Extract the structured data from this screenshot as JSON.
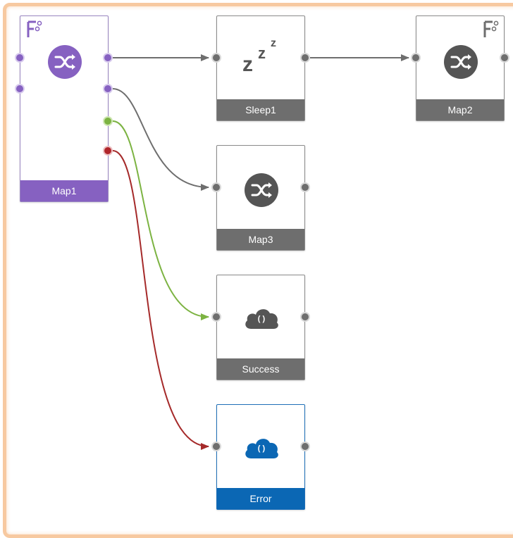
{
  "nodes": {
    "map1": {
      "label": "Map1",
      "icon": "shuffle-icon",
      "badge": "flow-icon",
      "color": "#8661c1"
    },
    "sleep1": {
      "label": "Sleep1",
      "icon": "sleep-zzz-icon"
    },
    "map2": {
      "label": "Map2",
      "icon": "shuffle-icon",
      "badge": "flow-icon"
    },
    "map3": {
      "label": "Map3",
      "icon": "shuffle-icon"
    },
    "success": {
      "label": "Success",
      "icon": "cloud-icon",
      "cloud_text": "( )"
    },
    "error": {
      "label": "Error",
      "icon": "cloud-icon",
      "cloud_text": "( )",
      "color": "#0b67b4"
    }
  },
  "connections": [
    {
      "from": "Map1",
      "to": "Sleep1",
      "color": "#6e6e6e"
    },
    {
      "from": "Sleep1",
      "to": "Map2",
      "color": "#6e6e6e"
    },
    {
      "from": "Map1",
      "to": "Map3",
      "color": "#6e6e6e"
    },
    {
      "from": "Map1",
      "to": "Success",
      "color": "#7cb342"
    },
    {
      "from": "Map1",
      "to": "Error",
      "color": "#a52a2a"
    }
  ],
  "zzz": "z"
}
